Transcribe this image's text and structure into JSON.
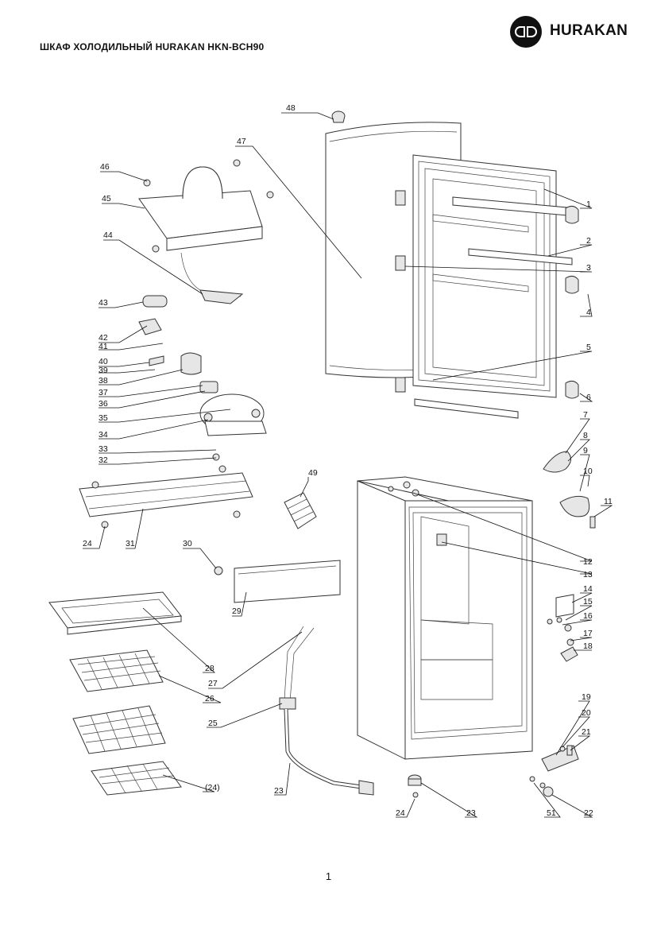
{
  "header": {
    "title": "ШКАФ ХОЛОДИЛЬНЫЙ HURAKAN HKN-BCH90",
    "brand": "HURAKAN"
  },
  "page_number": "1",
  "callouts": [
    "1",
    "2",
    "3",
    "4",
    "5",
    "6",
    "7",
    "8",
    "9",
    "10",
    "11",
    "12",
    "13",
    "14",
    "15",
    "16",
    "17",
    "18",
    "19",
    "20",
    "21",
    "22",
    "23",
    "24",
    "(24)",
    "25",
    "26",
    "27",
    "28",
    "29",
    "30",
    "31",
    "32",
    "33",
    "34",
    "35",
    "36",
    "37",
    "38",
    "39",
    "40",
    "41",
    "42",
    "43",
    "44",
    "45",
    "46",
    "47",
    "48",
    "49",
    "50",
    "51",
    "(10)"
  ]
}
